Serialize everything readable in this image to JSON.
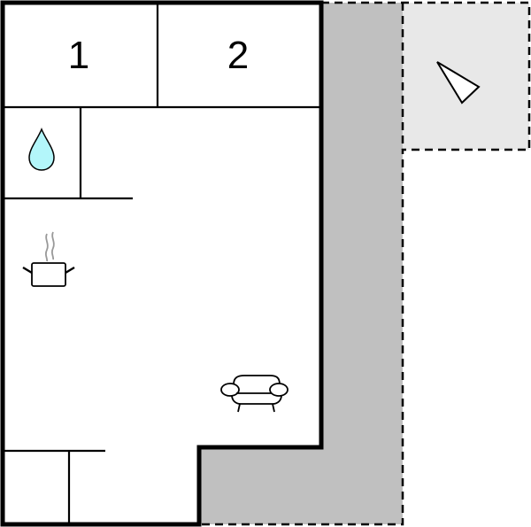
{
  "diagram": {
    "type": "floor-plan",
    "rooms": [
      {
        "id": "bedroom-1",
        "label": "1"
      },
      {
        "id": "bedroom-2",
        "label": "2"
      },
      {
        "id": "bathroom",
        "icon": "water-drop-icon"
      },
      {
        "id": "kitchen-living",
        "icons": [
          "cooking-pot-icon",
          "sofa-icon"
        ]
      }
    ],
    "outdoor": [
      {
        "id": "terrace",
        "fill": "#c0c0c0",
        "border": "dashed"
      },
      {
        "id": "garden-area",
        "fill": "#e8e8e8",
        "border": "dashed",
        "icon": "compass-pointer-icon"
      }
    ],
    "colors": {
      "wall": "#000000",
      "terrace": "#c0c0c0",
      "garden": "#e8e8e8",
      "water_drop": "#b3f6fa"
    }
  }
}
